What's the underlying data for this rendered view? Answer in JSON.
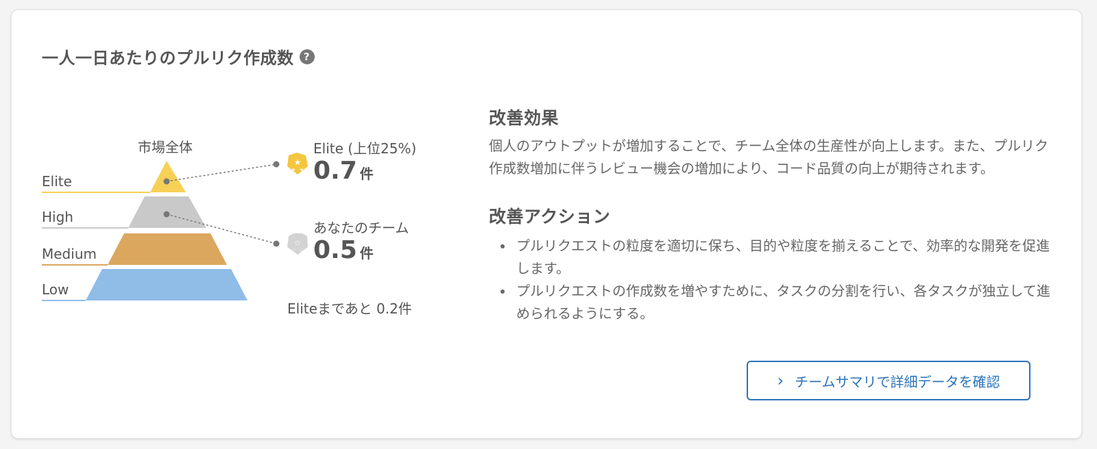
{
  "card": {
    "title": "一人一日あたりのプルリク作成数",
    "help_icon": "question-circle-icon"
  },
  "pyramid": {
    "market_label": "市場全体",
    "tiers": [
      {
        "label": "Elite",
        "color": "#f7d056"
      },
      {
        "label": "High",
        "color": "#c9c9c9"
      },
      {
        "label": "Medium",
        "color": "#dba75e"
      },
      {
        "label": "Low",
        "color": "#8fbde8"
      }
    ],
    "elite_marker": {
      "label": "Elite (上位25%)",
      "value": "0.7",
      "unit": "件",
      "icon": "gold-star-badge-icon"
    },
    "team_marker": {
      "label": "あなたのチーム",
      "value": "0.5",
      "unit": "件",
      "icon": "silver-star-badge-icon"
    },
    "gap_text": "Eliteまであと 0.2件"
  },
  "effect": {
    "heading": "改善効果",
    "text": "個人のアウトプットが増加することで、チーム全体の生産性が向上します。また、プルリク作成数増加に伴うレビュー機会の増加により、コード品質の向上が期待されます。"
  },
  "actions": {
    "heading": "改善アクション",
    "items": [
      "プルリクエストの粒度を適切に保ち、目的や粒度を揃えることで、効率的な開発を促進します。",
      "プルリクエストの作成数を増やすために、タスクの分割を行い、各タスクが独立して進められるようにする。"
    ]
  },
  "button": {
    "label": "チームサマリで詳細データを確認",
    "icon": "chevron-right-icon"
  }
}
